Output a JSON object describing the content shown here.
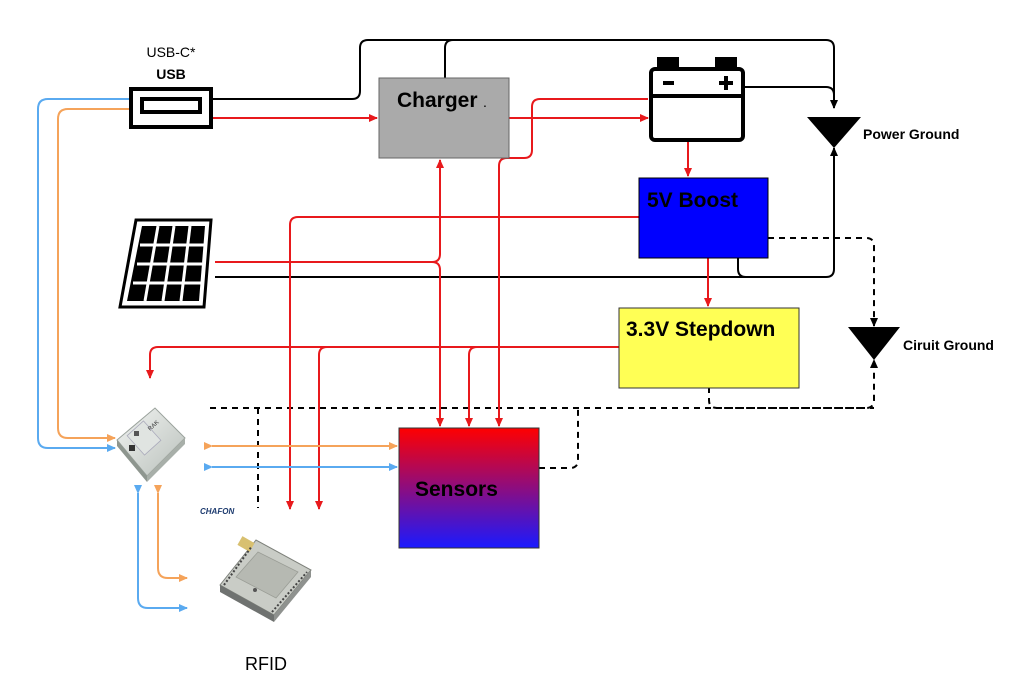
{
  "usb": {
    "caption": "USB-C*",
    "label": "USB"
  },
  "blocks": {
    "charger": "Charger",
    "charger_suffix": ".",
    "boost": "5V Boost",
    "stepdown": "3.3V Stepdown",
    "sensors": "Sensors"
  },
  "grounds": {
    "power": "Power Ground",
    "circuit": "Ciruit Ground"
  },
  "modules": {
    "rak_text": "RAK",
    "chafon_logo": "CHAFON",
    "rfid": "RFID"
  },
  "colors": {
    "power_line": "#e8191c",
    "ground_line": "#000000",
    "comm_orange": "#f5a35a",
    "comm_blue": "#5aaaf0",
    "charger_fill": "#aaaaaa",
    "boost_fill": "#0000ff",
    "stepdown_fill": "#ffff55",
    "sensors_top": "#ff0000",
    "sensors_bottom": "#1a1aff"
  },
  "icons": [
    "usb-port-icon",
    "solar-panel-icon",
    "battery-icon",
    "ground-icon",
    "wifi-module-icon",
    "rfid-module-icon"
  ]
}
